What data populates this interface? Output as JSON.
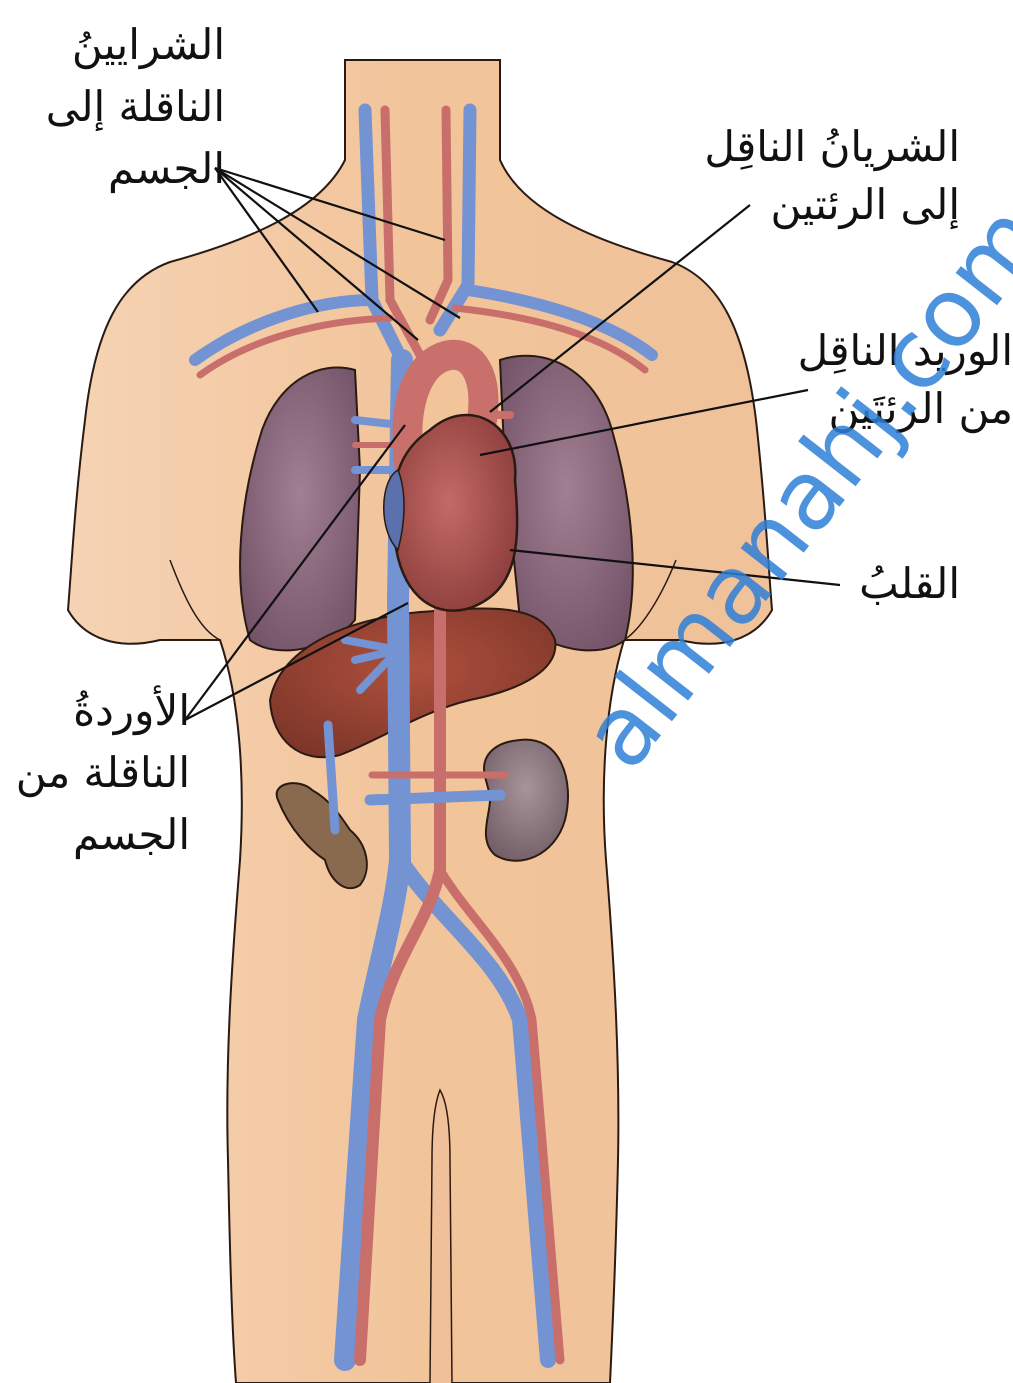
{
  "labels": {
    "arteries_to_body": [
      "الشرايينُ",
      "الناقلة إلى",
      "الجسم"
    ],
    "pulmonary_artery": [
      "الشريانُ الناقِل",
      "إلى الرئتين"
    ],
    "pulmonary_vein": [
      "الوريد الناقِل",
      "من الرئتَين"
    ],
    "heart": "القلبُ",
    "veins_from_body": [
      "الأوردةُ",
      "الناقلة من",
      "الجسم"
    ]
  },
  "watermark": "almanahj.com",
  "colors": {
    "skin": "#f2c49a",
    "skin_shadow": "#e6aa78",
    "vein": "#6f8fcf",
    "artery": "#c9706c",
    "heart": "#b85a57",
    "lung": "#9a7088",
    "liver": "#9a4a38",
    "kidney": "#8f7a80",
    "outline": "#2a1a12"
  }
}
